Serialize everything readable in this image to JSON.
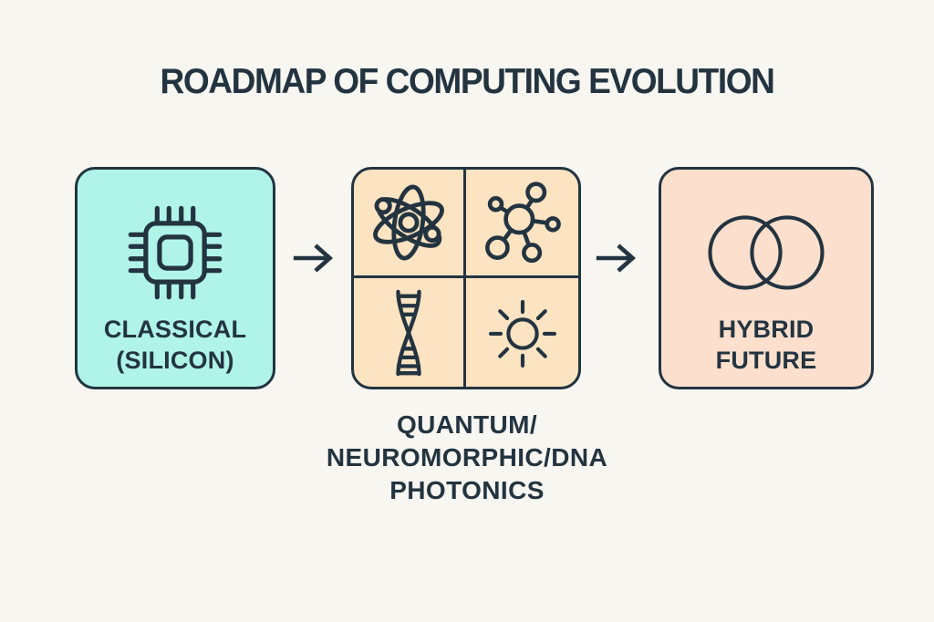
{
  "title": "ROADMAP OF COMPUTING EVOLUTION",
  "colors": {
    "bg": "#f7f6f1",
    "ink": "#233440",
    "classical_fill": "#b0f4e9",
    "quantum_fill": "#fce3c2",
    "hybrid_fill": "#fcdfcc"
  },
  "stages": {
    "classical": {
      "lines": [
        "CLASSICAL",
        "(SILICON)"
      ],
      "icon": "cpu-chip-icon"
    },
    "emerging": {
      "caption_lines": [
        "QUANTUM/",
        "NEUROMORPHIC/DNA",
        "PHOTONICS"
      ],
      "icons": [
        "atom-icon",
        "neural-network-icon",
        "dna-helix-icon",
        "photonics-sun-icon"
      ]
    },
    "hybrid": {
      "lines": [
        "HYBRID",
        "FUTURE"
      ],
      "icon": "venn-overlap-icon"
    }
  },
  "arrows": [
    {
      "icon": "right-arrow-icon",
      "from": "classical",
      "to": "emerging"
    },
    {
      "icon": "right-arrow-icon",
      "from": "emerging",
      "to": "hybrid"
    }
  ]
}
